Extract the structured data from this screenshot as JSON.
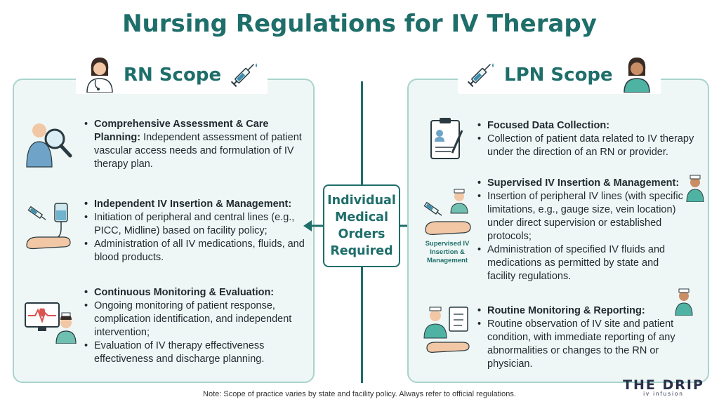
{
  "title": "Nursing Regulations for IV Therapy",
  "rn": {
    "heading": "RN Scope",
    "sections": [
      {
        "title": "Comprehensive Assessment & Care Planning:",
        "lead": "Independent assessment of patient vascular access needs and formulation of IV therapy plan.",
        "icon": "patient-magnifier-icon"
      },
      {
        "title": "Independent IV Insertion & Management:",
        "bullets": [
          "Initiation of peripheral and central lines (e.g., PICC, Midline) based on facility policy;",
          "Administration of all IV medications, fluids, and blood products."
        ],
        "icon": "iv-bag-arm-icon"
      },
      {
        "title": "Continuous Monitoring & Evaluation:",
        "bullets": [
          "Ongoing monitoring of patient response, complication identification, and independent intervention;",
          "Evaluation of IV therapy effectiveness effectiveness and discharge planning."
        ],
        "icon": "monitor-nurse-icon"
      }
    ]
  },
  "lpn": {
    "heading": "LPN Scope",
    "sections": [
      {
        "title": "Focused Data Collection:",
        "bullets": [
          "Collection of patient data related to IV therapy under the direction of an RN or provider."
        ],
        "icon": "clipboard-icon"
      },
      {
        "title": "Supervised IV Insertion & Management:",
        "bullets": [
          "Insertion of peripheral IV lines (with specific limitations, e.g., gauge size, vein location) under direct supervision or established protocols;",
          "Administration of specified IV fluids and medications as permitted by state and facility regulations."
        ],
        "icon": "syringe-arm-icon",
        "caption": "Supervised IV Insertion & Management"
      },
      {
        "title": "Routine Monitoring & Reporting:",
        "bullets": [
          "Routine observation of IV site and patient condition, with immediate reporting of any abnormalities or changes to the RN or physician."
        ],
        "icon": "nurse-checklist-icon"
      }
    ]
  },
  "center": {
    "lines": [
      "Individual",
      "Medical",
      "Orders",
      "Required"
    ]
  },
  "footnote": "Note: Scope of practice varies by state and facility policy. Always refer to official regulations.",
  "logo": {
    "main": "THE DRIP",
    "sub": "iv infusion"
  },
  "colors": {
    "accent": "#1e6e6a",
    "panel_border": "#a9d4cd",
    "panel_fill": "#eef7f5"
  }
}
